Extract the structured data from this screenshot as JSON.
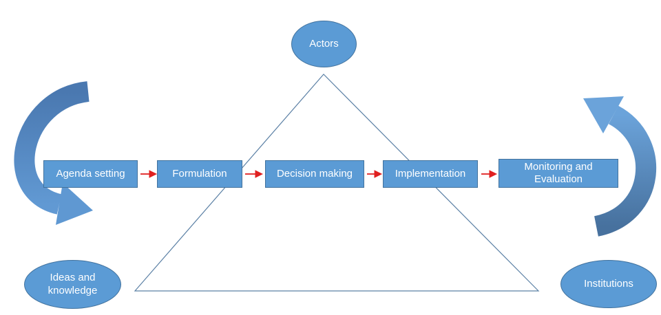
{
  "diagram": {
    "stages": [
      "Agenda setting",
      "Formulation",
      "Decision making",
      "Implementation",
      "Monitoring and Evaluation"
    ],
    "nodes": {
      "top": "Actors",
      "bottom_left": "Ideas and knowledge",
      "bottom_right": "Institutions"
    },
    "colors": {
      "shape_fill": "#5b9bd5",
      "shape_border": "#41719c",
      "flow_arrow_red": "#e02020",
      "triangle_line": "#5b80a5",
      "cycle_arrow_dark": "#4a78b0",
      "cycle_arrow_light": "#6199d3"
    }
  }
}
